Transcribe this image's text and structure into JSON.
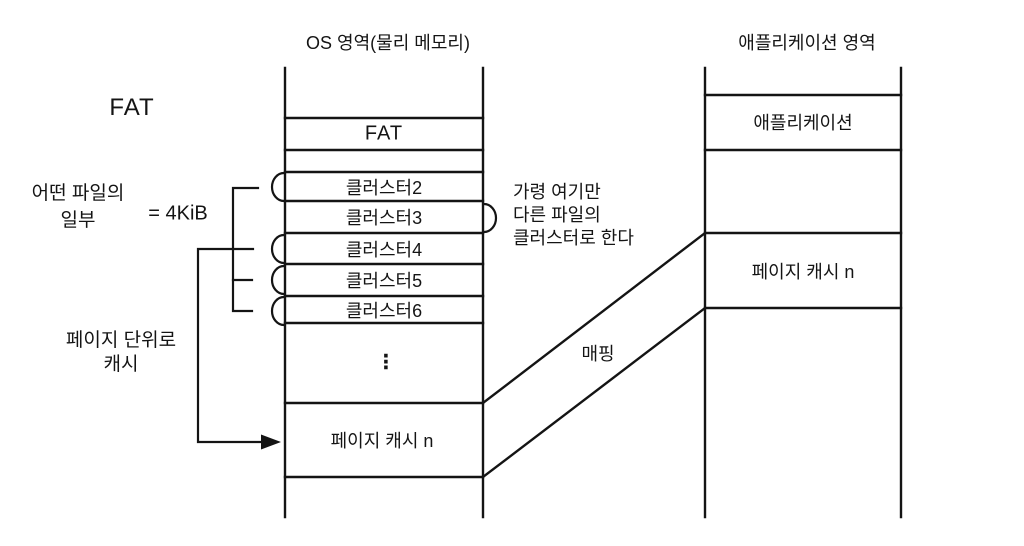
{
  "colors": {
    "ink": "#141414",
    "background": "#ffffff"
  },
  "diagram": {
    "fat_title": "FAT",
    "os_header": "OS 영역(물리 메모리)",
    "app_header": "애플리케이션 영역",
    "os_column": {
      "fat_row": "FAT",
      "clusters": [
        "클러스터2",
        "클러스터3",
        "클러스터4",
        "클러스터5",
        "클러스터6"
      ],
      "ellipsis": "⋮",
      "page_cache_row": "페이지 캐시 n"
    },
    "app_column": {
      "application_row": "애플리케이션",
      "page_cache_row": "페이지 캐시 n"
    },
    "annotations": {
      "file_part_line1": "어떤 파일의",
      "file_part_line2": "일부",
      "size_note": "= 4KiB",
      "other_file_line1": "가령 여기만",
      "other_file_line2": "다른 파일의",
      "other_file_line3": "클러스터로 한다",
      "mapping": "매핑",
      "page_unit_line1": "페이지 단위로",
      "page_unit_line2": "캐시"
    }
  }
}
